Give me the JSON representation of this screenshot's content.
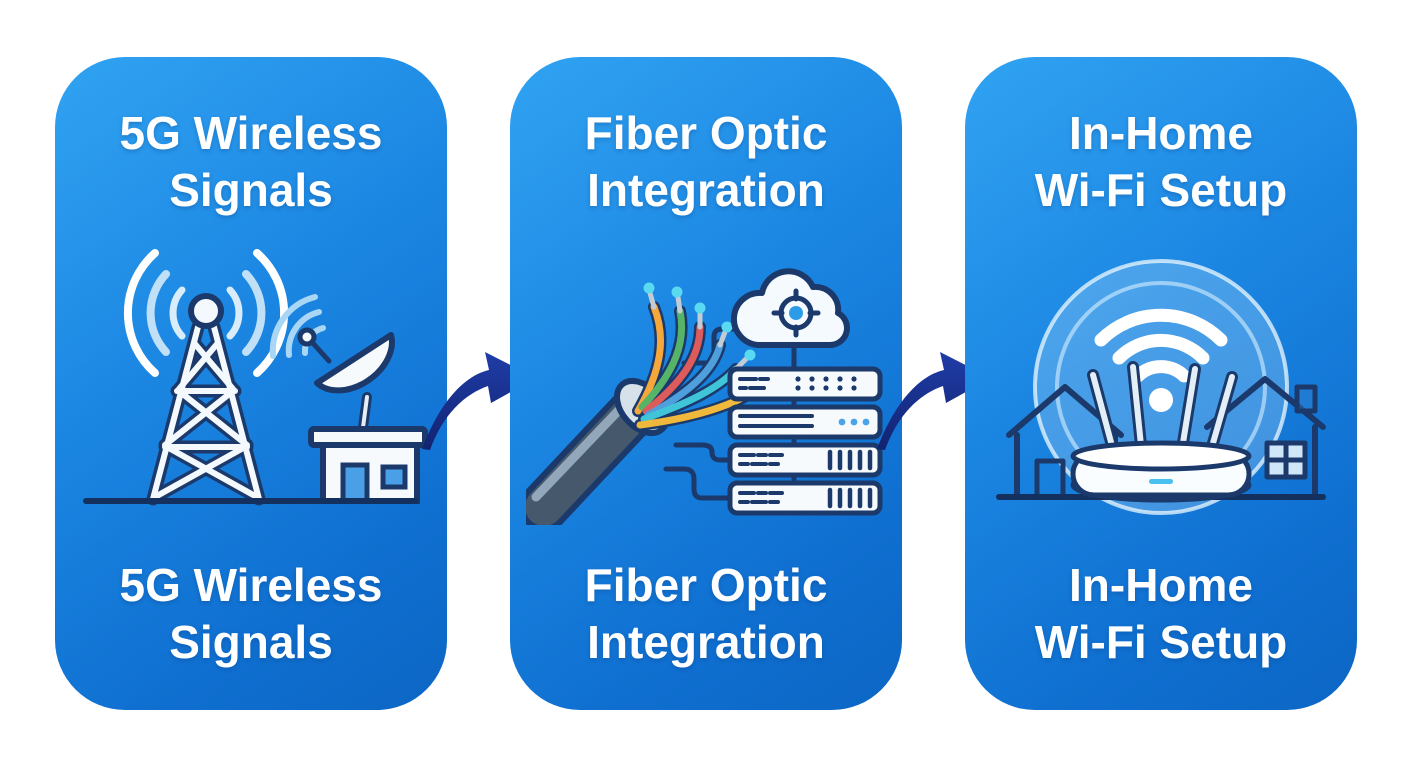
{
  "diagram": {
    "steps": [
      {
        "id": "5g-wireless-signals",
        "label_lines": [
          "5G Wireless",
          "Signals"
        ],
        "icon": "cell-tower-and-satellite-dish-icon"
      },
      {
        "id": "fiber-optic-integration",
        "label_lines": [
          "Fiber Optic",
          "Integration"
        ],
        "icon": "fiber-cable-cloud-servers-icon"
      },
      {
        "id": "in-home-wifi-setup",
        "label_lines": [
          "In-Home",
          "Wi-Fi Setup"
        ],
        "icon": "wifi-router-between-homes-icon"
      }
    ],
    "arrows": [
      {
        "id": "arrow-1",
        "direction": "right"
      },
      {
        "id": "arrow-2",
        "direction": "right"
      }
    ],
    "colors": {
      "background": "#ffffff",
      "card_gradient_start": "#31a3f2",
      "card_gradient_end": "#0c66c4",
      "title_text": "#ffffff",
      "arrow_navy": "#1a2d8f",
      "icon_outline_navy": "#1b3a6b",
      "signal_arc_light_blue": "#bfe0f7",
      "fiber_strand_colors": [
        "#f5a73b",
        "#55b468",
        "#de5b5b",
        "#4f9fdd",
        "#3fc4d8",
        "#f1b93c"
      ],
      "fiber_glow_tip": "#59d9f2",
      "server_dot_blue": "#4aa3e8",
      "router_led_cyan": "#49c0f0",
      "cloud_target_blue": "#2d9ce8"
    }
  }
}
